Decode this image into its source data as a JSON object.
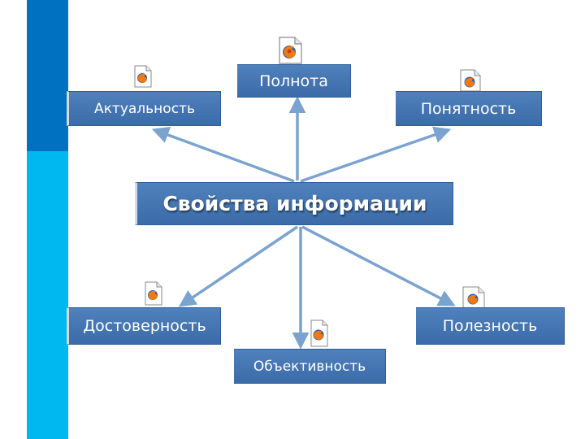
{
  "colors": {
    "sidebar_dark": "#0070c0",
    "sidebar_light": "#00b8f0",
    "box_fill": "#4f81bd",
    "box_fill_dark": "#3b6ba8",
    "box_border": "#2e5e9a",
    "arrow": "#7aa3cf",
    "box_text": "#ffffff"
  },
  "diagram": {
    "center": {
      "label": "Свойства информации"
    },
    "properties": [
      {
        "id": "full",
        "label": "Полнота",
        "icon": "firefox-file-icon"
      },
      {
        "id": "actual",
        "label": "Актуальность",
        "icon": "firefox-file-icon"
      },
      {
        "id": "clear",
        "label": "Понятность",
        "icon": "firefox-file-icon"
      },
      {
        "id": "rel",
        "label": "Достоверность",
        "icon": "firefox-file-icon"
      },
      {
        "id": "use",
        "label": "Полезность",
        "icon": "firefox-file-icon"
      },
      {
        "id": "obj",
        "label": "Объективность",
        "icon": "firefox-file-icon"
      }
    ],
    "edges": [
      {
        "from": "center",
        "to": "full",
        "direction": "up"
      },
      {
        "from": "center",
        "to": "actual",
        "direction": "up-left"
      },
      {
        "from": "center",
        "to": "clear",
        "direction": "up-right"
      },
      {
        "from": "center",
        "to": "rel",
        "direction": "down-left"
      },
      {
        "from": "center",
        "to": "use",
        "direction": "down-right"
      },
      {
        "from": "center",
        "to": "obj",
        "direction": "down"
      }
    ]
  }
}
